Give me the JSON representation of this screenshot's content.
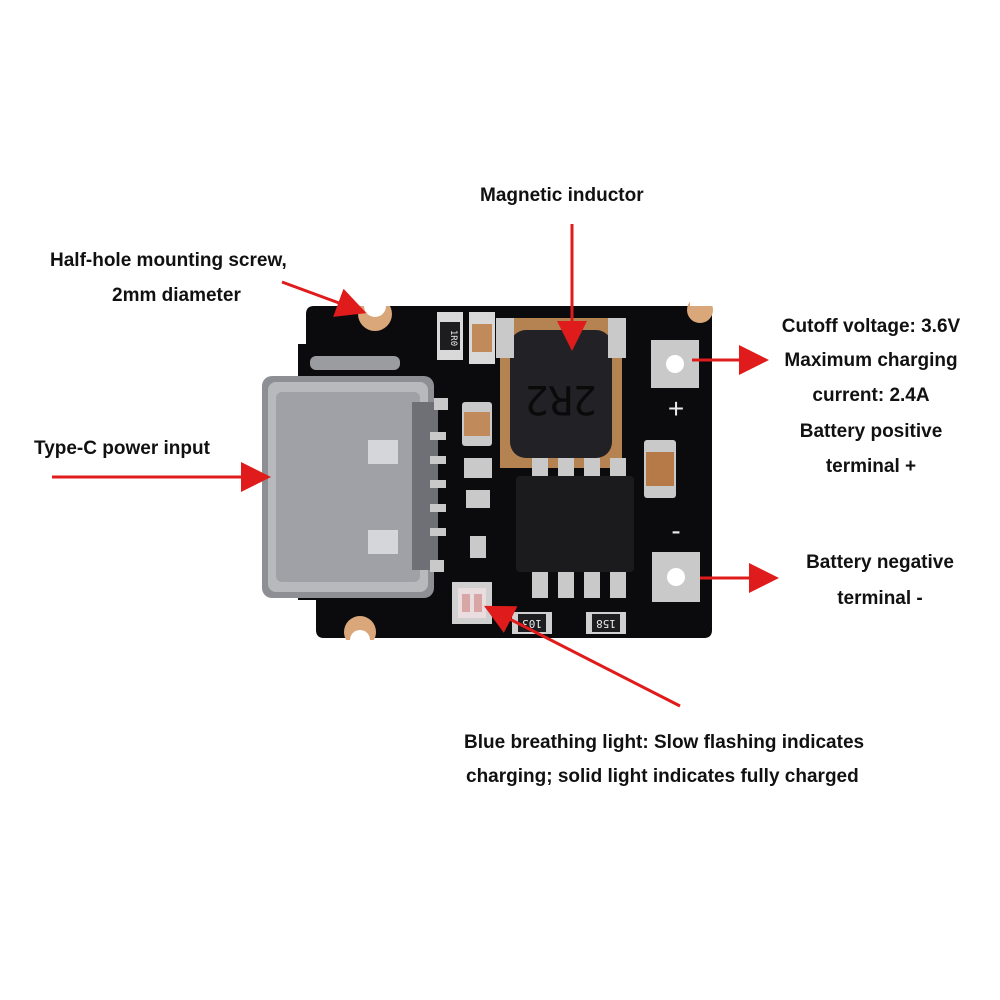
{
  "colors": {
    "arrow": "#e01b1b",
    "pcb": "#0b0b0d",
    "silkscreen": "#e8e8e8",
    "pad": "#c9c9c9",
    "copper": "#d9a77a"
  },
  "labels": {
    "magnetic_inductor": "Magnetic inductor",
    "mounting_line1": "Half-hole mounting screw,",
    "mounting_line2": "2mm diameter",
    "typec": "Type-C power input",
    "positive_line1": "Cutoff voltage: 3.6V",
    "positive_line2": "Maximum charging",
    "positive_line3": "current: 2.4A",
    "positive_line4": "Battery positive",
    "positive_line5": "terminal +",
    "negative_line1": "Battery negative",
    "negative_line2": "terminal -",
    "light_line1": "Blue breathing light: Slow flashing indicates",
    "light_line2": "charging; solid light indicates fully charged"
  },
  "board_markings": {
    "inductor": "2R2",
    "resistor_r0": "1R0",
    "resistor_103": "103",
    "resistor_158": "158",
    "plus": "+",
    "minus": "-"
  }
}
